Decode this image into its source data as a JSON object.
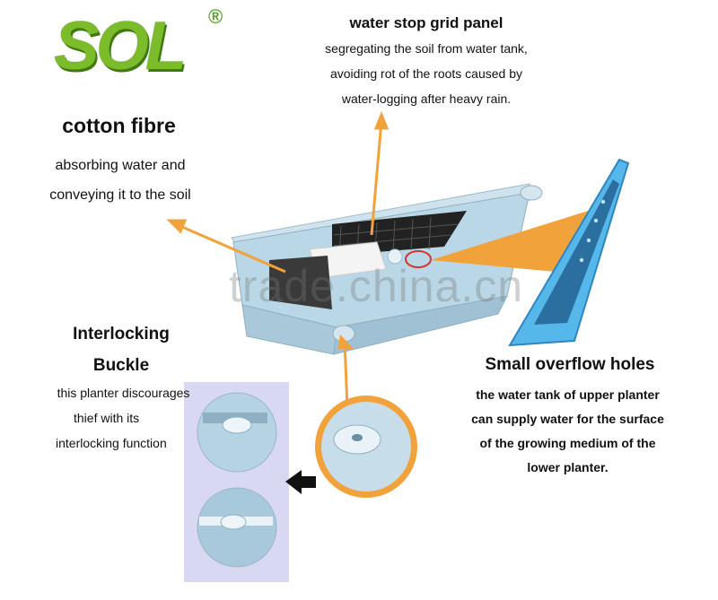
{
  "logo": {
    "text": "SOL",
    "registered": "®"
  },
  "cotton": {
    "title": "cotton fibre",
    "lines": [
      "absorbing water and",
      "conveying it to the soil"
    ]
  },
  "grid_panel": {
    "title": "water stop grid panel",
    "lines": [
      "segregating the soil from water tank,",
      "avoiding rot of the roots caused by",
      "water-logging after heavy rain."
    ]
  },
  "buckle": {
    "title_lines": [
      "Interlocking",
      "Buckle"
    ],
    "lines": [
      "this planter discourages",
      "thief with its",
      "interlocking function"
    ]
  },
  "overflow": {
    "title": "Small overflow holes",
    "lines": [
      "the water tank of upper planter",
      "can supply water for the surface",
      "of the growing medium of the",
      "lower planter."
    ]
  },
  "watermark": "trade.china.cn",
  "colors": {
    "accent_orange": "#f2a23a",
    "logo_green": "#7cbb2a",
    "planter_blue": "#b9d7e6",
    "callout_blue": "#56b7ea"
  }
}
